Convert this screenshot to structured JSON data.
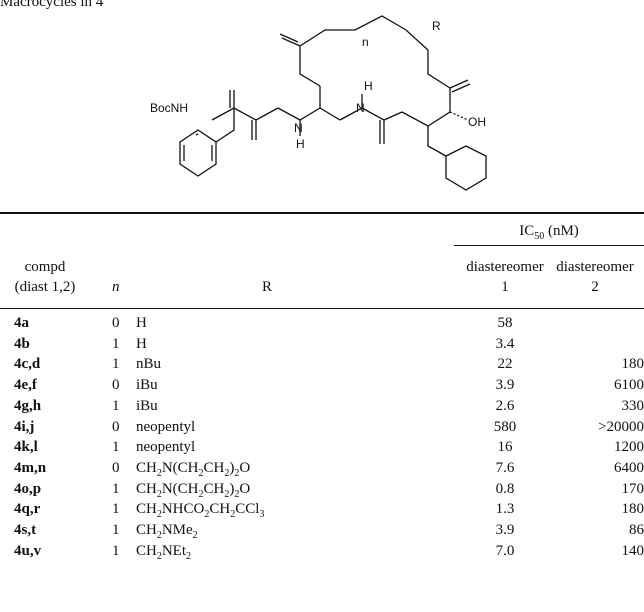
{
  "caption": "Macrocycles in 4",
  "structure": {
    "labels": {
      "boc_nh": "BocNH",
      "nh_bottom": "N",
      "h_bottom": "H",
      "h_top": "H",
      "n_top": "N",
      "oh": "OH",
      "r": "R",
      "n_sub": "n"
    }
  },
  "table": {
    "ic50_header": "IC50 (nM)",
    "columns": {
      "compd": "compd",
      "diast": "(diast 1,2)",
      "n": "n",
      "r": "R",
      "d1_a": "diastereomer",
      "d1_b": "1",
      "d2_a": "diastereomer",
      "d2_b": "2"
    },
    "rows": [
      {
        "compd": "4a",
        "n": "0",
        "r": "H",
        "d1": "58",
        "d2": ""
      },
      {
        "compd": "4b",
        "n": "1",
        "r": "H",
        "d1": "3.4",
        "d2": ""
      },
      {
        "compd": "4c,d",
        "n": "1",
        "r": "nBu",
        "d1": "22",
        "d2": "180"
      },
      {
        "compd": "4e,f",
        "n": "0",
        "r": "iBu",
        "d1": "3.9",
        "d2": "6100"
      },
      {
        "compd": "4g,h",
        "n": "1",
        "r": "iBu",
        "d1": "2.6",
        "d2": "330"
      },
      {
        "compd": "4i,j",
        "n": "0",
        "r": "neopentyl",
        "d1": "580",
        "d2": ">20000"
      },
      {
        "compd": "4k,l",
        "n": "1",
        "r": "neopentyl",
        "d1": "16",
        "d2": "1200"
      },
      {
        "compd": "4m,n",
        "n": "0",
        "r": "CH2N(CH2CH2)2O",
        "d1": "7.6",
        "d2": "6400"
      },
      {
        "compd": "4o,p",
        "n": "1",
        "r": "CH2N(CH2CH2)2O",
        "d1": "0.8",
        "d2": "170"
      },
      {
        "compd": "4q,r",
        "n": "1",
        "r": "CH2NHCO2CH2CCl3",
        "d1": "1.3",
        "d2": "180"
      },
      {
        "compd": "4s,t",
        "n": "1",
        "r": "CH2NMe2",
        "d1": "3.9",
        "d2": "86"
      },
      {
        "compd": "4u,v",
        "n": "1",
        "r": "CH2NEt2",
        "d1": "7.0",
        "d2": "140"
      }
    ]
  }
}
